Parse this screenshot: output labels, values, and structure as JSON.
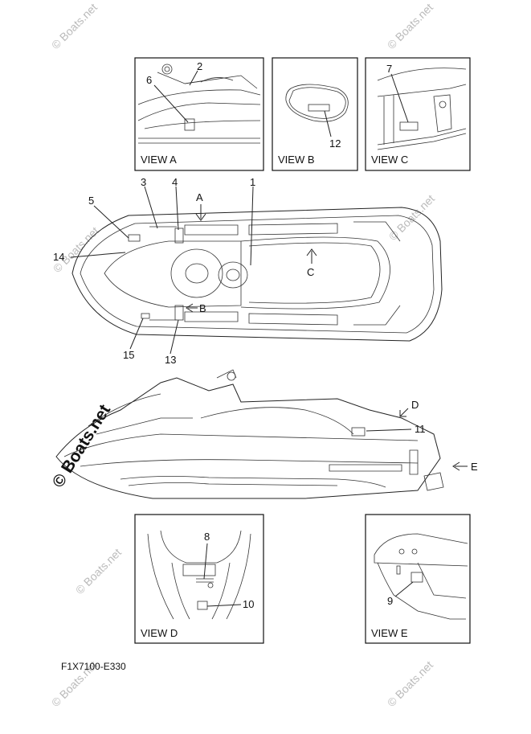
{
  "views": {
    "a": "VIEW A",
    "b": "VIEW B",
    "c": "VIEW C",
    "d": "VIEW D",
    "e": "VIEW E"
  },
  "parts": {
    "p1": "1",
    "p2": "2",
    "p3": "3",
    "p4": "4",
    "p5": "5",
    "p6": "6",
    "p7": "7",
    "p8": "8",
    "p9": "9",
    "p10": "10",
    "p11": "11",
    "p12": "12",
    "p13": "13",
    "p14": "14",
    "p15": "15"
  },
  "arrows": {
    "a": "A",
    "b": "B",
    "c": "C",
    "d": "D",
    "e": "E"
  },
  "diagram_code": "F1X7100-E330",
  "watermark": "© Boats.net"
}
